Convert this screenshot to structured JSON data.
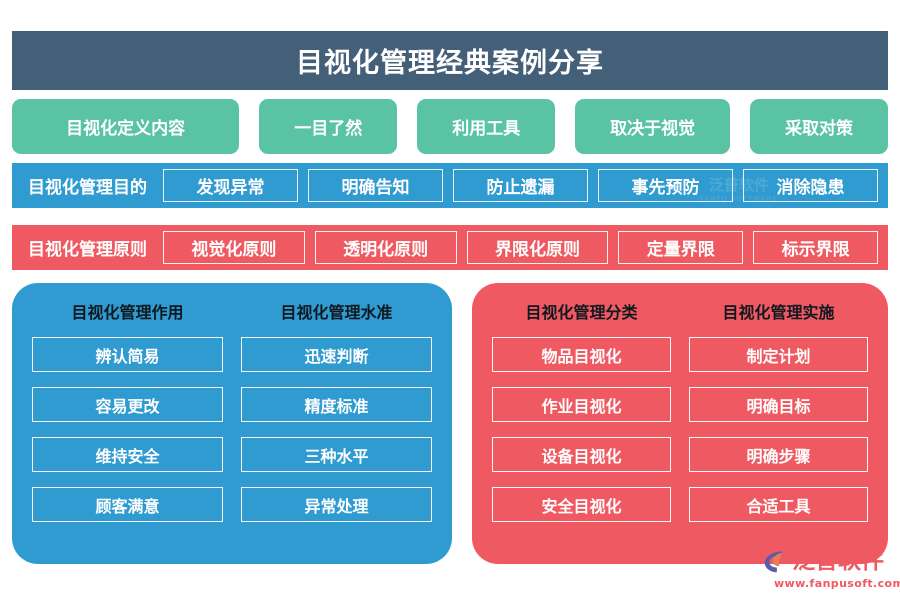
{
  "header": {
    "title": "目视化管理经典案例分享"
  },
  "definition_row": {
    "items": [
      {
        "label": "目视化定义内容"
      },
      {
        "label": "一目了然"
      },
      {
        "label": "利用工具"
      },
      {
        "label": "取决于视觉"
      },
      {
        "label": "采取对策"
      }
    ]
  },
  "purpose_row": {
    "label": "目视化管理目的",
    "items": [
      {
        "label": "发现异常"
      },
      {
        "label": "明确告知"
      },
      {
        "label": "防止遗漏"
      },
      {
        "label": "事先预防"
      },
      {
        "label": "消除隐患"
      }
    ]
  },
  "principle_row": {
    "label": "目视化管理原则",
    "items": [
      {
        "label": "视觉化原则"
      },
      {
        "label": "透明化原则"
      },
      {
        "label": "界限化原则"
      },
      {
        "label": "定量界限"
      },
      {
        "label": "标示界限"
      }
    ]
  },
  "panels": [
    {
      "name": "effect-and-level",
      "color": "#2f9bd0",
      "columns": [
        {
          "heading": "目视化管理作用",
          "items": [
            {
              "label": "辨认简易"
            },
            {
              "label": "容易更改"
            },
            {
              "label": "维持安全"
            },
            {
              "label": "顾客满意"
            }
          ]
        },
        {
          "heading": "目视化管理水准",
          "items": [
            {
              "label": "迅速判断"
            },
            {
              "label": "精度标准"
            },
            {
              "label": "三种水平"
            },
            {
              "label": "异常处理"
            }
          ]
        }
      ]
    },
    {
      "name": "classification-and-implementation",
      "color": "#ef5a62",
      "columns": [
        {
          "heading": "目视化管理分类",
          "items": [
            {
              "label": "物品目视化"
            },
            {
              "label": "作业目视化"
            },
            {
              "label": "设备目视化"
            },
            {
              "label": "安全目视化"
            }
          ]
        },
        {
          "heading": "目视化管理实施",
          "items": [
            {
              "label": "制定计划"
            },
            {
              "label": "明确目标"
            },
            {
              "label": "明确步骤"
            },
            {
              "label": "合适工具"
            }
          ]
        }
      ]
    }
  ],
  "watermark": {
    "brand": "泛普软件",
    "url": "www.fanpusoft.com",
    "url_short": "FANPU SOFTWARE"
  },
  "colors": {
    "header_bar": "#445f78",
    "green": "#59c3a3",
    "blue": "#2f9bd0",
    "red": "#ef5a62",
    "text_light": "#ffffff",
    "text_dark": "#101820",
    "background": "#ffffff"
  }
}
